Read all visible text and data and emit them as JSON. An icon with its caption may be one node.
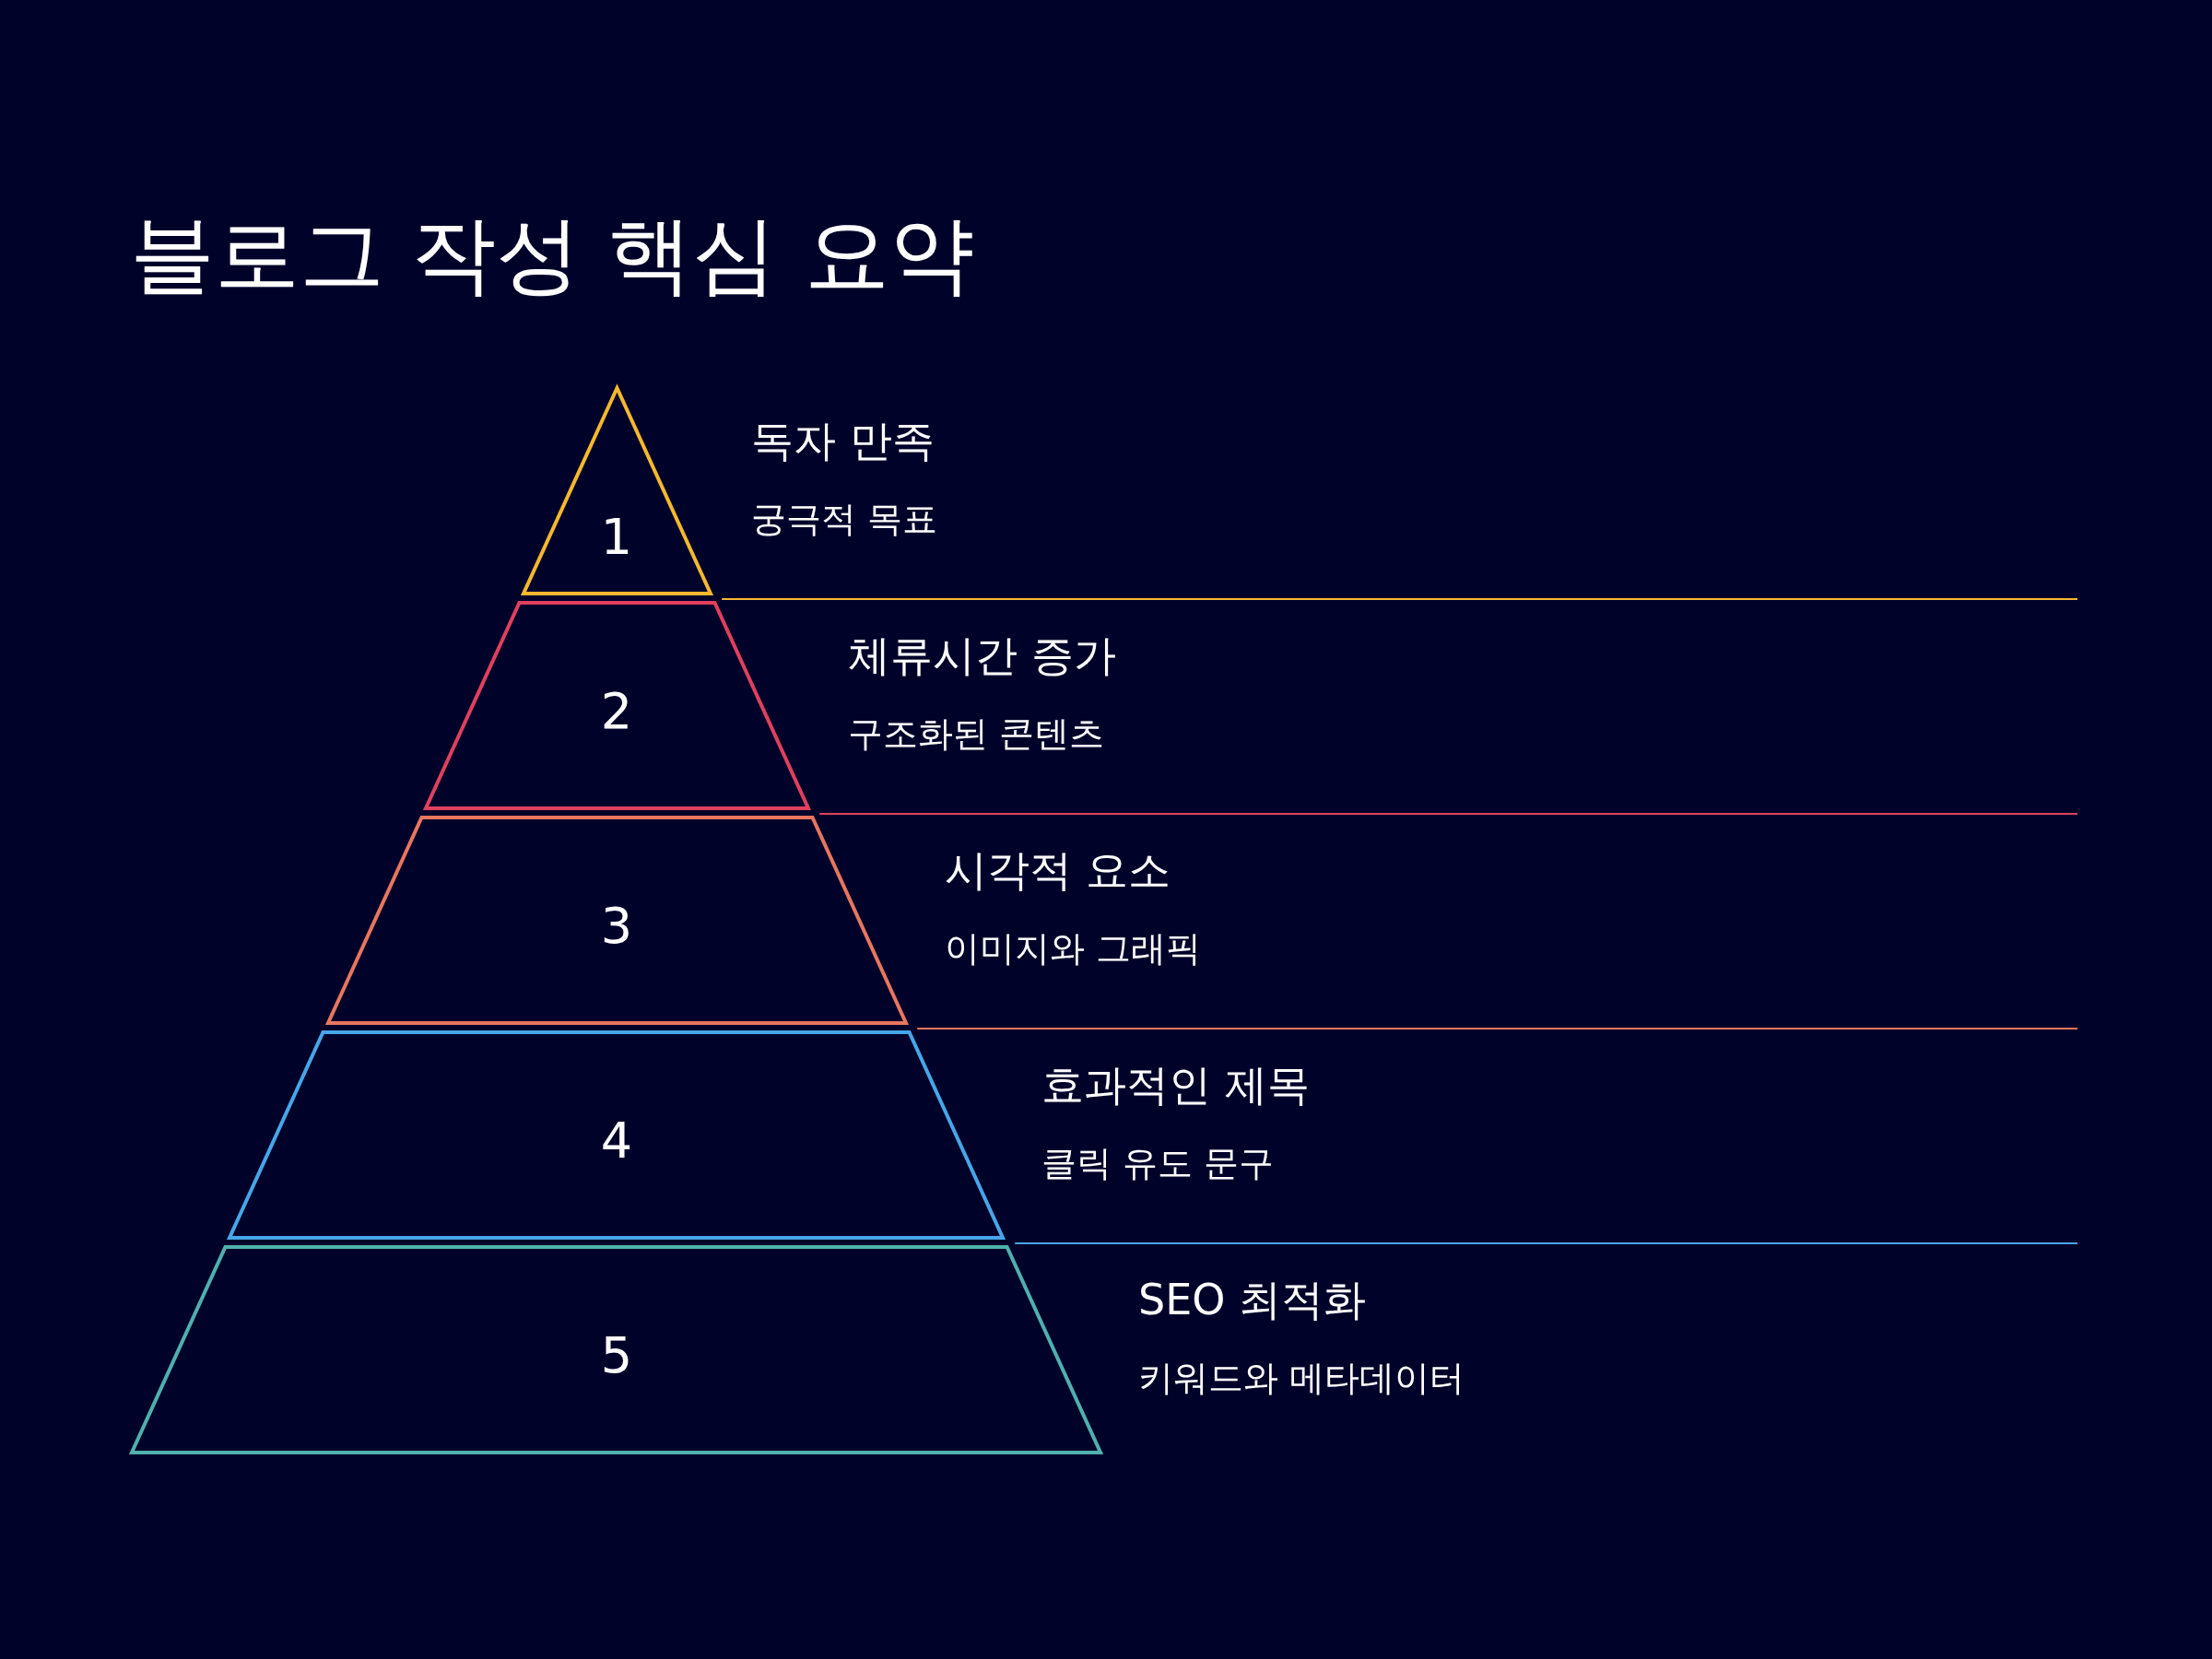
{
  "diagram": {
    "title": "블로그 작성 핵심 요약",
    "nodes": [
      {
        "text": [
          "1"
        ],
        "beside": [
          "독자 만족",
          "궁극적 목표"
        ]
      },
      {
        "text": [
          "2"
        ],
        "beside": [
          "체류시간 증가",
          "구조화된 콘텐츠"
        ]
      },
      {
        "text": [
          "3"
        ],
        "beside": [
          "시각적 요소",
          "이미지와 그래픽"
        ]
      },
      {
        "text": [
          "4"
        ],
        "beside": [
          "효과적인 제목",
          "클릭 유도 문구"
        ]
      },
      {
        "text": [
          "5"
        ],
        "beside": [
          "SEO 최적화",
          "키워드와 메타데이터"
        ]
      }
    ],
    "edges": []
  }
}
